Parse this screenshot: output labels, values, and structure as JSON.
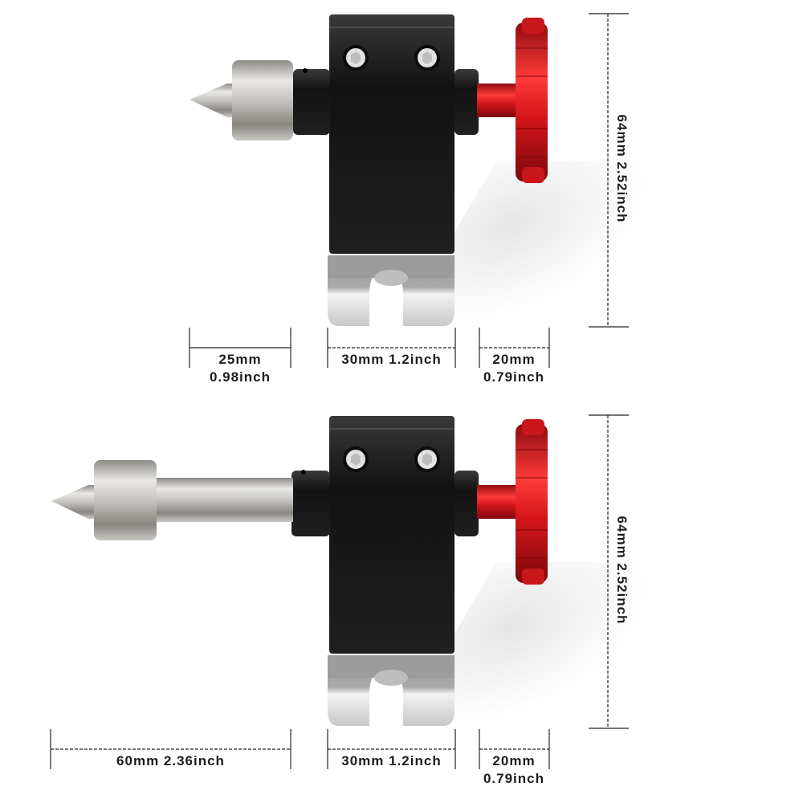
{
  "product": {
    "name": "Lathe tailstock live center with red handwheel",
    "colors": {
      "body": "#1e1e1e",
      "handwheel": "#d11a1f",
      "steel": "#b9b8b5",
      "base": "#d6d6d6",
      "line": "#222222"
    }
  },
  "figures": [
    {
      "id": "short-center",
      "height_label": "64mm 2.52inch",
      "dims": {
        "center_length": {
          "mm": "25mm",
          "inch": "0.98inch"
        },
        "body_width": {
          "text": "30mm 1.2inch"
        },
        "wheel_offset": {
          "mm": "20mm",
          "inch": "0.79inch"
        }
      }
    },
    {
      "id": "long-center",
      "height_label": "64mm 2.52inch",
      "dims": {
        "center_length": {
          "text": "60mm 2.36inch"
        },
        "body_width": {
          "text": "30mm 1.2inch"
        },
        "wheel_offset": {
          "mm": "20mm",
          "inch": "0.79inch"
        }
      }
    }
  ]
}
